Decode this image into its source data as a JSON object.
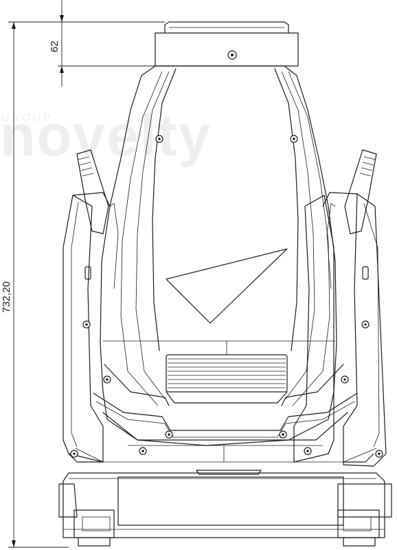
{
  "dimensions": {
    "total_height": "732,20",
    "head_cap_height": "62"
  },
  "watermark": {
    "brand": "novelty",
    "subtitle": "GROUP"
  },
  "colors": {
    "line": "#1a1a1a",
    "watermark": "#eeeeee",
    "background": "#ffffff"
  }
}
